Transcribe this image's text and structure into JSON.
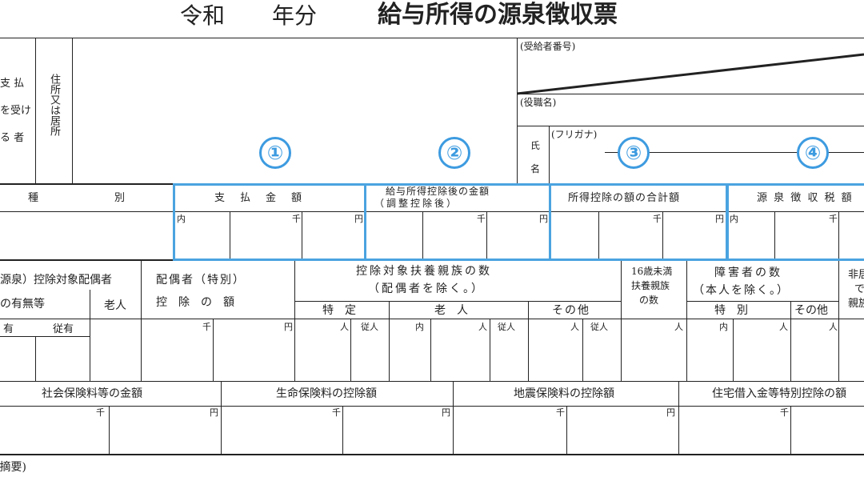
{
  "header": {
    "era": "令和",
    "year_unit": "年分",
    "title": "給与所得の源泉徴収票"
  },
  "payer_block": {
    "left_label_1": "支 払",
    "left_label_2": "を受け",
    "left_label_3": "る 者",
    "address_label": "住所又は居所",
    "recipient_number_label": "(受給者番号)",
    "position_label": "(役職名)",
    "name_label_1": "氏",
    "name_label_2": "名",
    "furigana_label": "(フリガナ)"
  },
  "markers": [
    "①",
    "②",
    "③",
    "④"
  ],
  "row1": {
    "type_label": "種",
    "type_label_2": "別",
    "col1": "支　払　金　額",
    "col2_line1": "給与所得控除後の金額",
    "col2_line2": "（調整控除後）",
    "col3": "所得控除の額の合計額",
    "col4": "源 泉 徴 収 税 額",
    "nai": "内",
    "sen": "千",
    "en": "円"
  },
  "row2": {
    "spouse_line1": "（源泉）控除対象配偶者",
    "spouse_line2": "の有無等",
    "rojin": "老人",
    "spouse_special_line1": "配偶者（特別）",
    "spouse_special_line2": "控　除　の　額",
    "dependents_line1": "控除対象扶養親族の数",
    "dependents_line2": "（配偶者を除く。）",
    "tokutei": "特　定",
    "rojin2": "老　人",
    "sonota": "その他",
    "under16_1": "16歳未満",
    "under16_2": "扶養親族",
    "under16_3": "の数",
    "disabled_line1": "障害者の数",
    "disabled_line2": "（本人を除く。）",
    "tokubetsu": "特　別",
    "sonota2": "その他",
    "right_cut_1": "非居",
    "right_cut_2": "で",
    "right_cut_3": "親族",
    "yu": "有",
    "juyu": "従有",
    "sen": "千",
    "en": "円",
    "nin": "人",
    "junin": "従人",
    "nai": "内"
  },
  "row3": {
    "col1": "社会保険料等の金額",
    "col2": "生命保険料の控除額",
    "col3": "地震保険料の控除額",
    "col4": "住宅借入金等特別控除の額",
    "sen": "千",
    "en": "円"
  },
  "footer": {
    "tekiyo": "(摘要)"
  }
}
